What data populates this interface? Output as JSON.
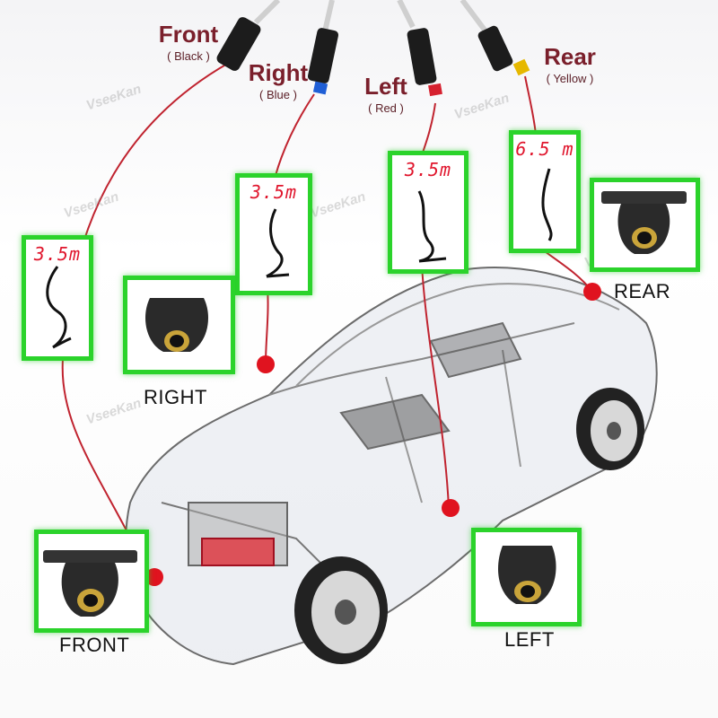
{
  "watermark": "VseeKan",
  "cables": [
    {
      "id": "front",
      "name": "Front",
      "color_note": "( Black )",
      "connector_color": "#1a1a1a"
    },
    {
      "id": "right",
      "name": "Right",
      "color_note": "( Blue )",
      "connector_color": "#1f5fd6"
    },
    {
      "id": "left",
      "name": "Left",
      "color_note": "( Red )",
      "connector_color": "#d6202f"
    },
    {
      "id": "rear",
      "name": "Rear",
      "color_note": "( Yellow )",
      "connector_color": "#e6b800"
    }
  ],
  "cable_lengths": {
    "front": "3.5m",
    "right": "3.5m",
    "left": "3.5m",
    "rear": "6.5 m"
  },
  "cameras": {
    "right": "RIGHT",
    "rear": "REAR",
    "front": "FRONT",
    "left": "LEFT"
  },
  "colors": {
    "highlight_border": "#2bd32b",
    "wire": "#c0232f",
    "marker": "#e0131f",
    "label": "#7a1f2b"
  }
}
